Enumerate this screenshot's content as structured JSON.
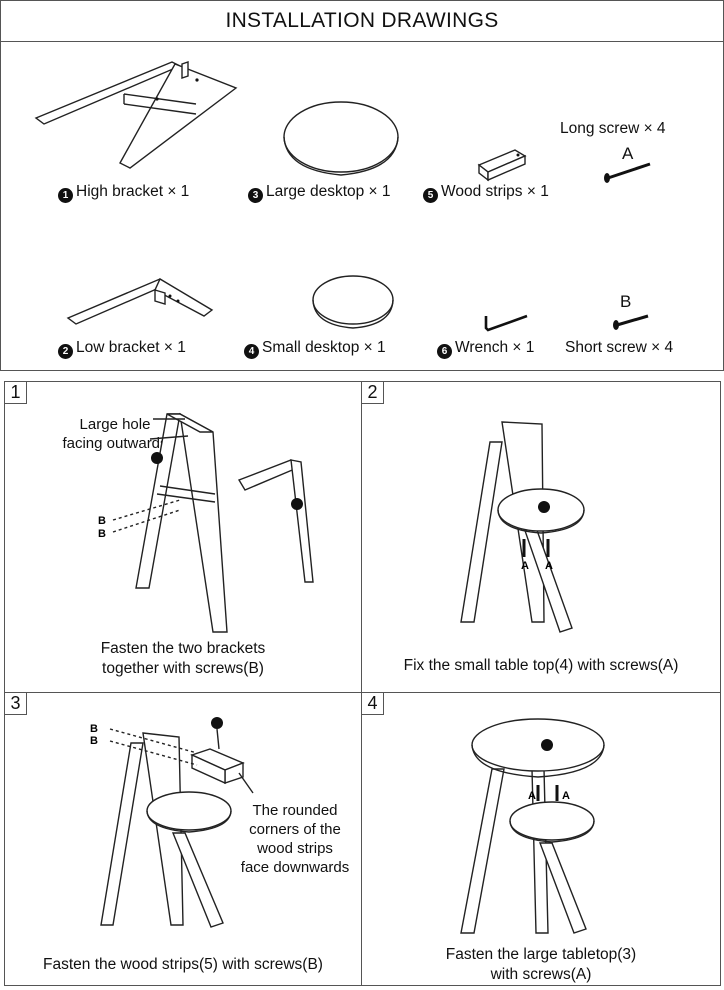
{
  "title": "INSTALLATION DRAWINGS",
  "parts": {
    "high_bracket": {
      "num": "1",
      "label": "High bracket × 1"
    },
    "large_desktop": {
      "num": "3",
      "label": "Large desktop × 1"
    },
    "wood_strips": {
      "num": "5",
      "label": "Wood strips × 1"
    },
    "long_screw": {
      "label": "Long screw × 4",
      "letter": "A"
    },
    "low_bracket": {
      "num": "2",
      "label": "Low bracket × 1"
    },
    "small_desktop": {
      "num": "4",
      "label": "Small desktop × 1"
    },
    "wrench": {
      "num": "6",
      "label": "Wrench × 1"
    },
    "short_screw": {
      "label": "Short screw × 4",
      "letter": "B"
    }
  },
  "steps": [
    {
      "number": "1",
      "caption_line1": "Fasten the two brackets",
      "caption_line2": "together with screws(B)",
      "note_line1": "Large hole",
      "note_line2": "facing outwards"
    },
    {
      "number": "2",
      "caption": "Fix the small table top(4) with screws(A)"
    },
    {
      "number": "3",
      "caption": "Fasten the wood strips(5) with screws(B)",
      "note_line1": "The rounded",
      "note_line2": "corners of the",
      "note_line3": "wood strips",
      "note_line4": "face downwards"
    },
    {
      "number": "4",
      "caption_line1": "Fasten the large tabletop(3)",
      "caption_line2": "with screws(A)"
    }
  ]
}
